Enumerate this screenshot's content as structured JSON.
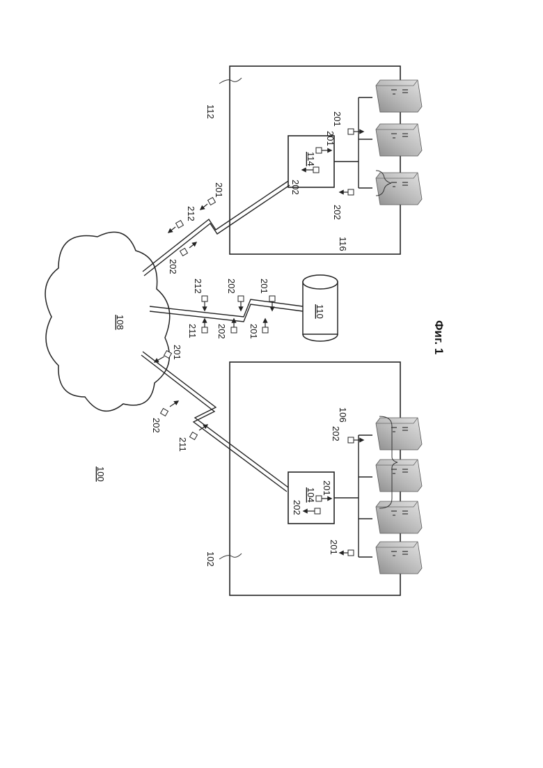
{
  "figure": {
    "caption": "Фиг. 1",
    "system_label": "100"
  },
  "site_a": {
    "site_label": "102",
    "node_label": "104",
    "group_label": "106",
    "msg_labels": [
      "201",
      "202",
      "201",
      "202"
    ]
  },
  "site_b": {
    "site_label": "112",
    "node_label": "114",
    "group_label": "116",
    "msg_labels": [
      "201",
      "202",
      "201",
      "202"
    ]
  },
  "network": {
    "cloud_label": "108"
  },
  "storage": {
    "db_label": "110"
  },
  "link_a": {
    "msg_labels": [
      "201",
      "202",
      "211"
    ]
  },
  "link_b": {
    "msg_labels": [
      "212",
      "201",
      "202"
    ]
  },
  "link_db": {
    "msg_labels": [
      "212",
      "202",
      "201",
      "211",
      "202",
      "201"
    ]
  },
  "colors": {
    "line": "#222222",
    "server_shade": "#bdbdbd",
    "background": "#ffffff"
  }
}
